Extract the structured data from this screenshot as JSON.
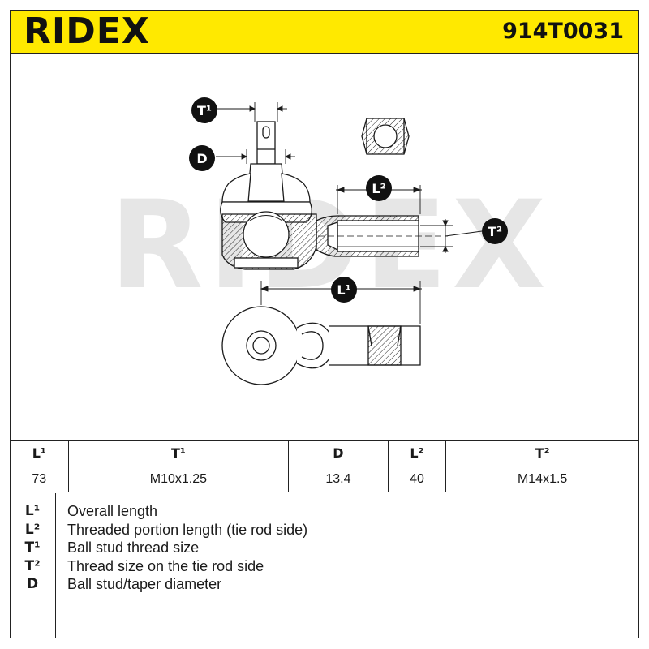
{
  "header": {
    "brand": "RIDEX",
    "part_number": "914T0031",
    "bg_color": "#ffe900"
  },
  "watermark": "RIDEX",
  "drawing_labels": {
    "t1": "T¹",
    "d": "D",
    "l2": "L²",
    "t2": "T²",
    "l1": "L¹"
  },
  "specs": {
    "headers": [
      "L¹",
      "T¹",
      "D",
      "L²",
      "T²"
    ],
    "values": [
      "73",
      "M10x1.25",
      "13.4",
      "40",
      "M14x1.5"
    ]
  },
  "legend": [
    {
      "code": "L¹",
      "text": "Overall length"
    },
    {
      "code": "L²",
      "text": "Threaded portion length (tie rod side)"
    },
    {
      "code": "T¹",
      "text": "Ball stud thread size"
    },
    {
      "code": "T²",
      "text": "Thread size on the tie rod side"
    },
    {
      "code": "D",
      "text": "Ball stud/taper diameter"
    }
  ]
}
